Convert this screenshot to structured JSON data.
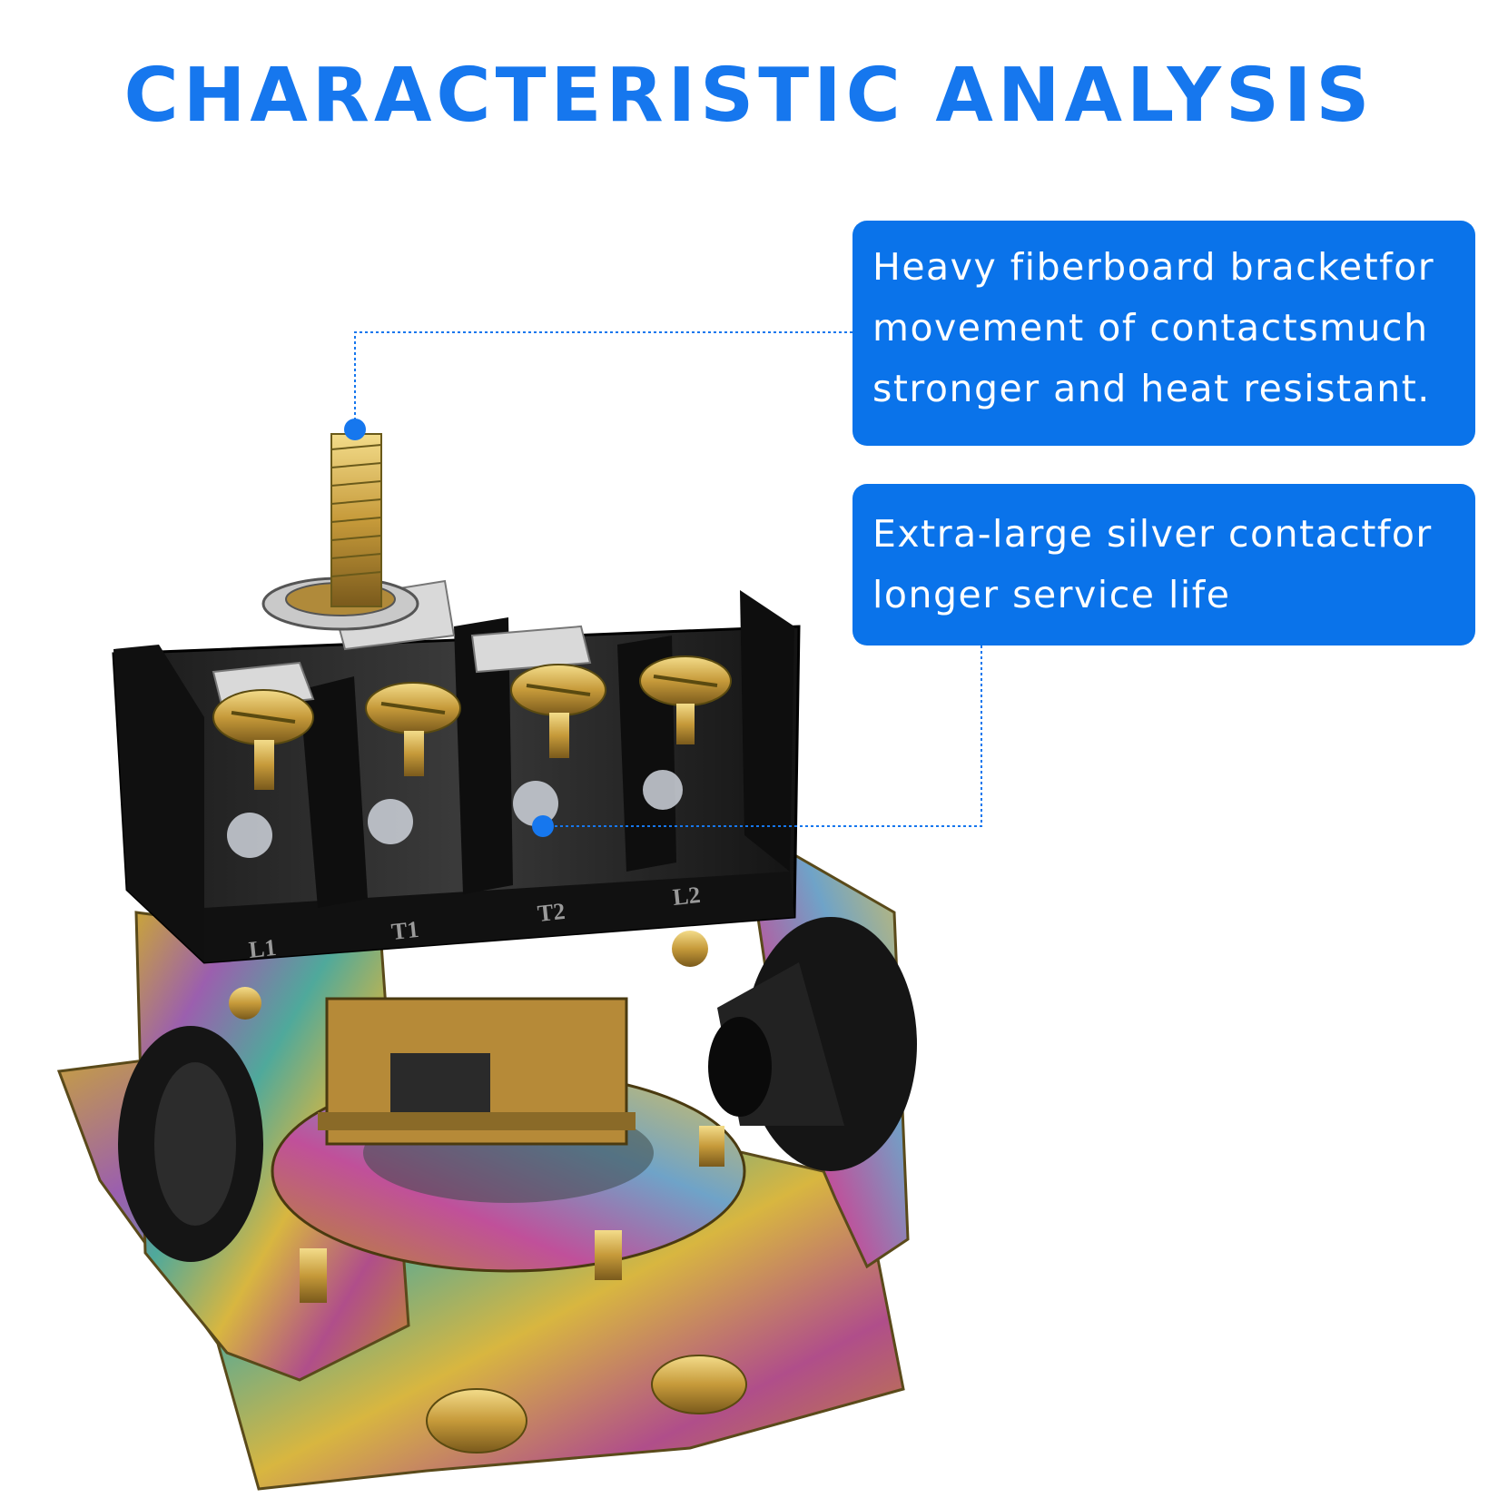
{
  "title": "CHARACTERISTIC ANALYSIS",
  "callouts": [
    {
      "lines": [
        "Heavy fiberboard bracketfor",
        "movement of contactsmuch",
        "stronger and heat resistant."
      ]
    },
    {
      "lines": [
        "Extra-large silver contactfor",
        "longer service life"
      ]
    }
  ],
  "terminal_labels": [
    "L1",
    "T1",
    "T2",
    "L2"
  ],
  "colors": {
    "accent": "#0a73ea",
    "title": "#1677ee"
  }
}
